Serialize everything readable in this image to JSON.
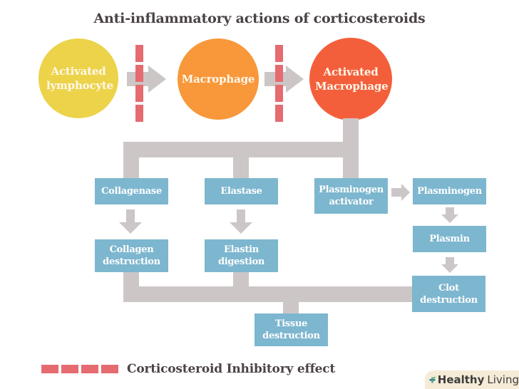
{
  "title": "Anti-inflammatory actions of corticosteroids",
  "cells": {
    "activated_lymphocyte": "Activated lymphocyte",
    "macrophage": "Macrophage",
    "activated_macrophage": "Activated Macrophage"
  },
  "enzymes": {
    "collagenase": "Collagenase",
    "elastase": "Elastase",
    "plasminogen_activator": "Plasminogen activator",
    "plasminogen": "Plasminogen",
    "plasmin": "Plasmin"
  },
  "effects": {
    "collagen_destruction": "Collagen destruction",
    "elastin_digestion": "Elastin digestion",
    "clot_destruction": "Clot destruction",
    "tissue_destruction": "Tissue destruction"
  },
  "legend": {
    "label": "Corticosteroid Inhibitory effect",
    "color": "#e56b70"
  },
  "colors": {
    "lymphocyte": "#ecd34a",
    "macrophage": "#f8983a",
    "activated_macrophage": "#f45f3b",
    "box": "#7db6cf",
    "connector": "#ccc6c6"
  },
  "logo": {
    "brand_bold": "Healthy",
    "brand_light": "Living",
    "icon": "cross-leaf-icon"
  }
}
